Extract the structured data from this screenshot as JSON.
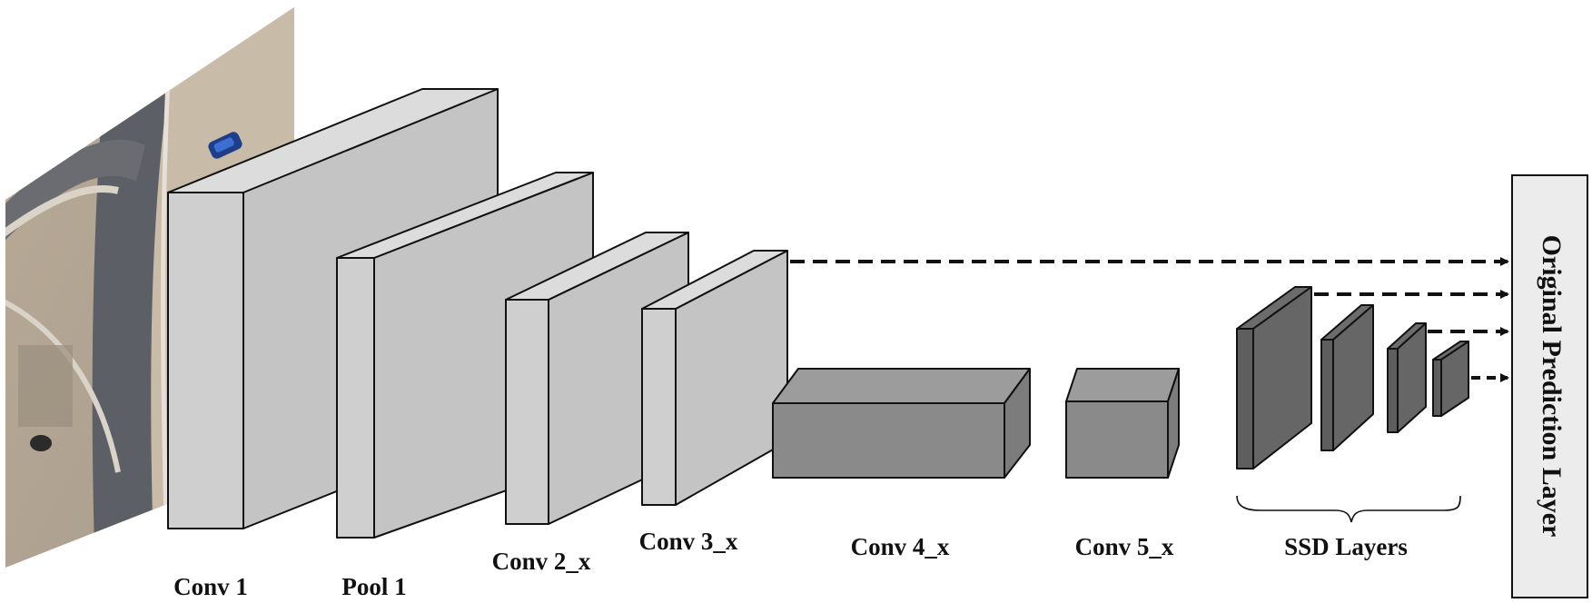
{
  "diagram": {
    "input_image": {
      "description_icon": "aerial-road-photo"
    },
    "layers": [
      {
        "id": "conv1",
        "label": "Conv 1"
      },
      {
        "id": "pool1",
        "label": "Pool 1"
      },
      {
        "id": "conv2",
        "label": "Conv 2_x"
      },
      {
        "id": "conv3",
        "label": "Conv 3_x"
      },
      {
        "id": "conv4",
        "label": "Conv 4_x"
      },
      {
        "id": "conv5",
        "label": "Conv 5_x"
      },
      {
        "id": "ssd",
        "label": "SSD Layers"
      }
    ],
    "output": {
      "label": "Original Prediction Layer"
    },
    "colors": {
      "light_block": "#cfcfcf",
      "light_side": "#c4c4c4",
      "light_top": "#dcdcdc",
      "mid_block": "#8a8a8a",
      "mid_top": "#9c9c9c",
      "dark_block": "#5e5e5e",
      "dark_side": "#6c6c6c",
      "output_box": "#ececec"
    }
  }
}
